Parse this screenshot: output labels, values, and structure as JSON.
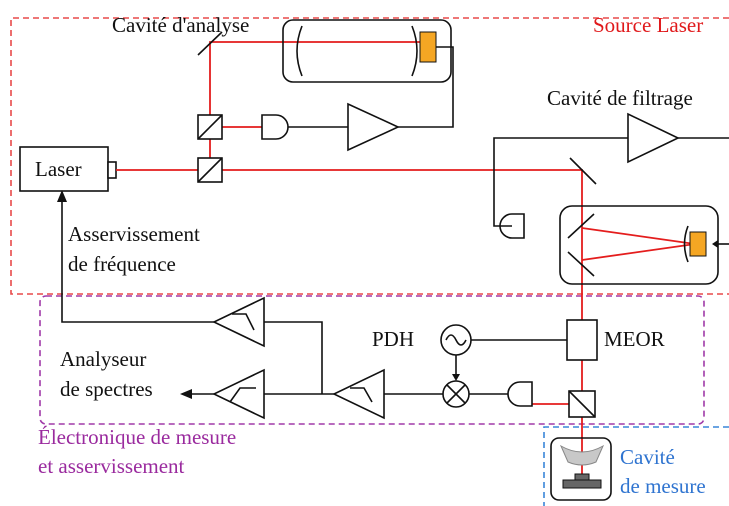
{
  "regions": {
    "source_laser": "Source Laser",
    "electronique_line1": "Électronique de mesure",
    "electronique_line2": "et asservissement",
    "mesure_cavity_line1": "Cavité",
    "mesure_cavity_line2": "de mesure"
  },
  "labels": {
    "cavite_analyse": "Cavité d'analyse",
    "cavite_filtrage": "Cavité de filtrage",
    "laser": "Laser",
    "asservissement_line1": "Asservissement",
    "asservissement_line2": "de fréquence",
    "pdh": "PDH",
    "meor": "MEOR",
    "analyseur_line1": "Analyseur",
    "analyseur_line2": "de spectres"
  },
  "colors": {
    "laser_beam": "#e41d1d",
    "source_laser_border": "#e84a4a",
    "electronics_border": "#a03aa8",
    "measurement_border": "#3a86d8",
    "piezo": "#f5a623"
  }
}
